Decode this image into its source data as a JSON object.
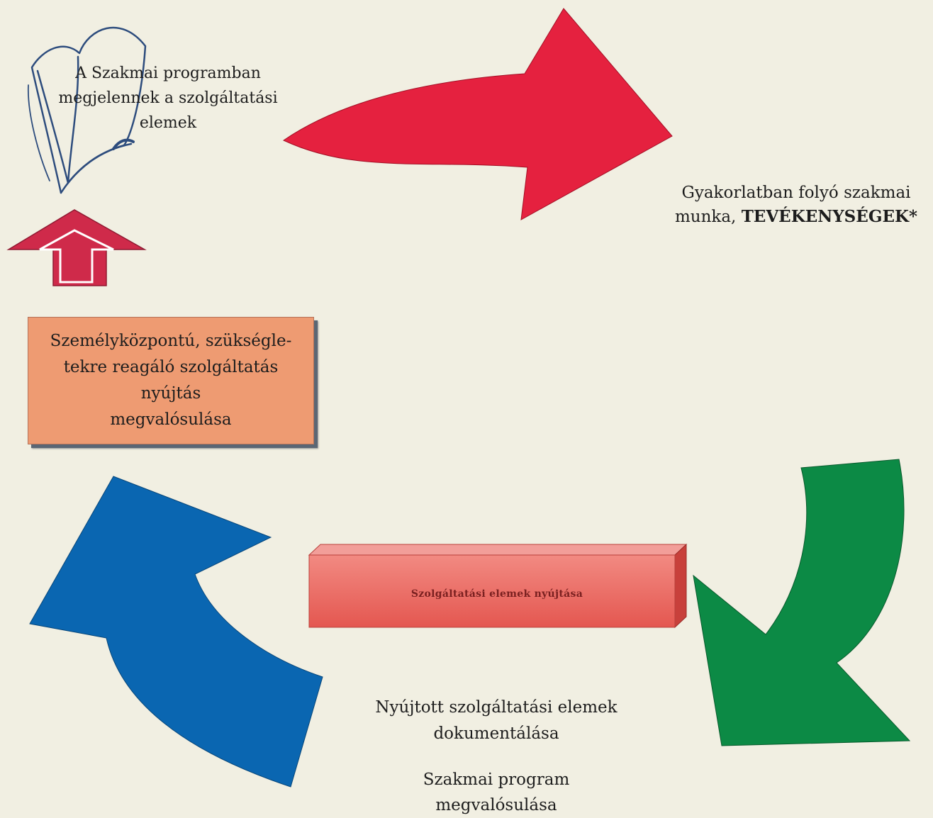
{
  "diagram": {
    "book": {
      "icon": "open-book-icon",
      "lines": [
        "A Szakmai programban",
        "megjelennek a szolgáltatási",
        "elemek"
      ]
    },
    "practice": {
      "line1": "Gyakorlatban folyó szakmai",
      "line2_prefix": "munka, ",
      "line2_emphasis": "TEVÉKENYSÉGEK*"
    },
    "center_box": {
      "lines": [
        "Személyközpontú, szükségle-",
        "tekre reagáló szolgáltatás",
        "nyújtás",
        "megvalósulása"
      ]
    },
    "bar": {
      "label": "Szolgáltatási elemek nyújtása"
    },
    "documentation": {
      "lines": [
        "Nyújtott szolgáltatási elemek",
        "dokumentálása"
      ]
    },
    "program": {
      "lines": [
        "Szakmai program",
        "megvalósulása"
      ]
    },
    "colors": {
      "background": "#f1efe2",
      "red_arrow": "#e5213f",
      "green_arrow": "#0c8a45",
      "blue_arrow": "#0a66b1",
      "small_up_arrow": "#cf2a4a",
      "box_fill": "#ee9b72",
      "bar_fill": "#e95a55"
    },
    "arrows": [
      "curved-arrow-red-right",
      "curved-arrow-green-down",
      "curved-arrow-blue-up",
      "small-up-arrow"
    ]
  }
}
